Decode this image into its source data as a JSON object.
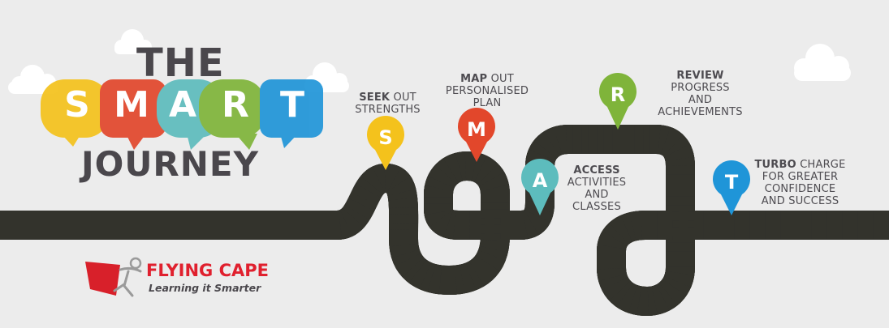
{
  "title": {
    "top": "THE",
    "letters": [
      "S",
      "M",
      "A",
      "R",
      "T"
    ],
    "bottom": "JOURNEY"
  },
  "colors": {
    "S": "#f4c21c",
    "M": "#e2472b",
    "A": "#5dbcbd",
    "R": "#7fb43a",
    "T": "#1f95d8",
    "road": "#33332c",
    "text": "#4d4b50",
    "brand": "#e0202e"
  },
  "steps": [
    {
      "letter": "S",
      "bold": "SEEK",
      "rest_first": " OUT",
      "lines": [
        "STRENGTHS"
      ]
    },
    {
      "letter": "M",
      "bold": "MAP",
      "rest_first": " OUT",
      "lines": [
        "PERSONALISED",
        "PLAN"
      ]
    },
    {
      "letter": "A",
      "bold": "ACCESS",
      "rest_first": "",
      "lines": [
        "ACTIVITIES",
        "AND",
        "CLASSES"
      ]
    },
    {
      "letter": "R",
      "bold": "REVIEW",
      "rest_first": "",
      "lines": [
        "PROGRESS",
        "AND",
        "ACHIEVEMENTS"
      ]
    },
    {
      "letter": "T",
      "bold": "TURBO",
      "rest_first": " CHARGE",
      "lines": [
        "FOR GREATER",
        "CONFIDENCE",
        "AND SUCCESS"
      ]
    }
  ],
  "logo": {
    "name": "FLYING CAPE",
    "tagline": "Learning it Smarter"
  }
}
